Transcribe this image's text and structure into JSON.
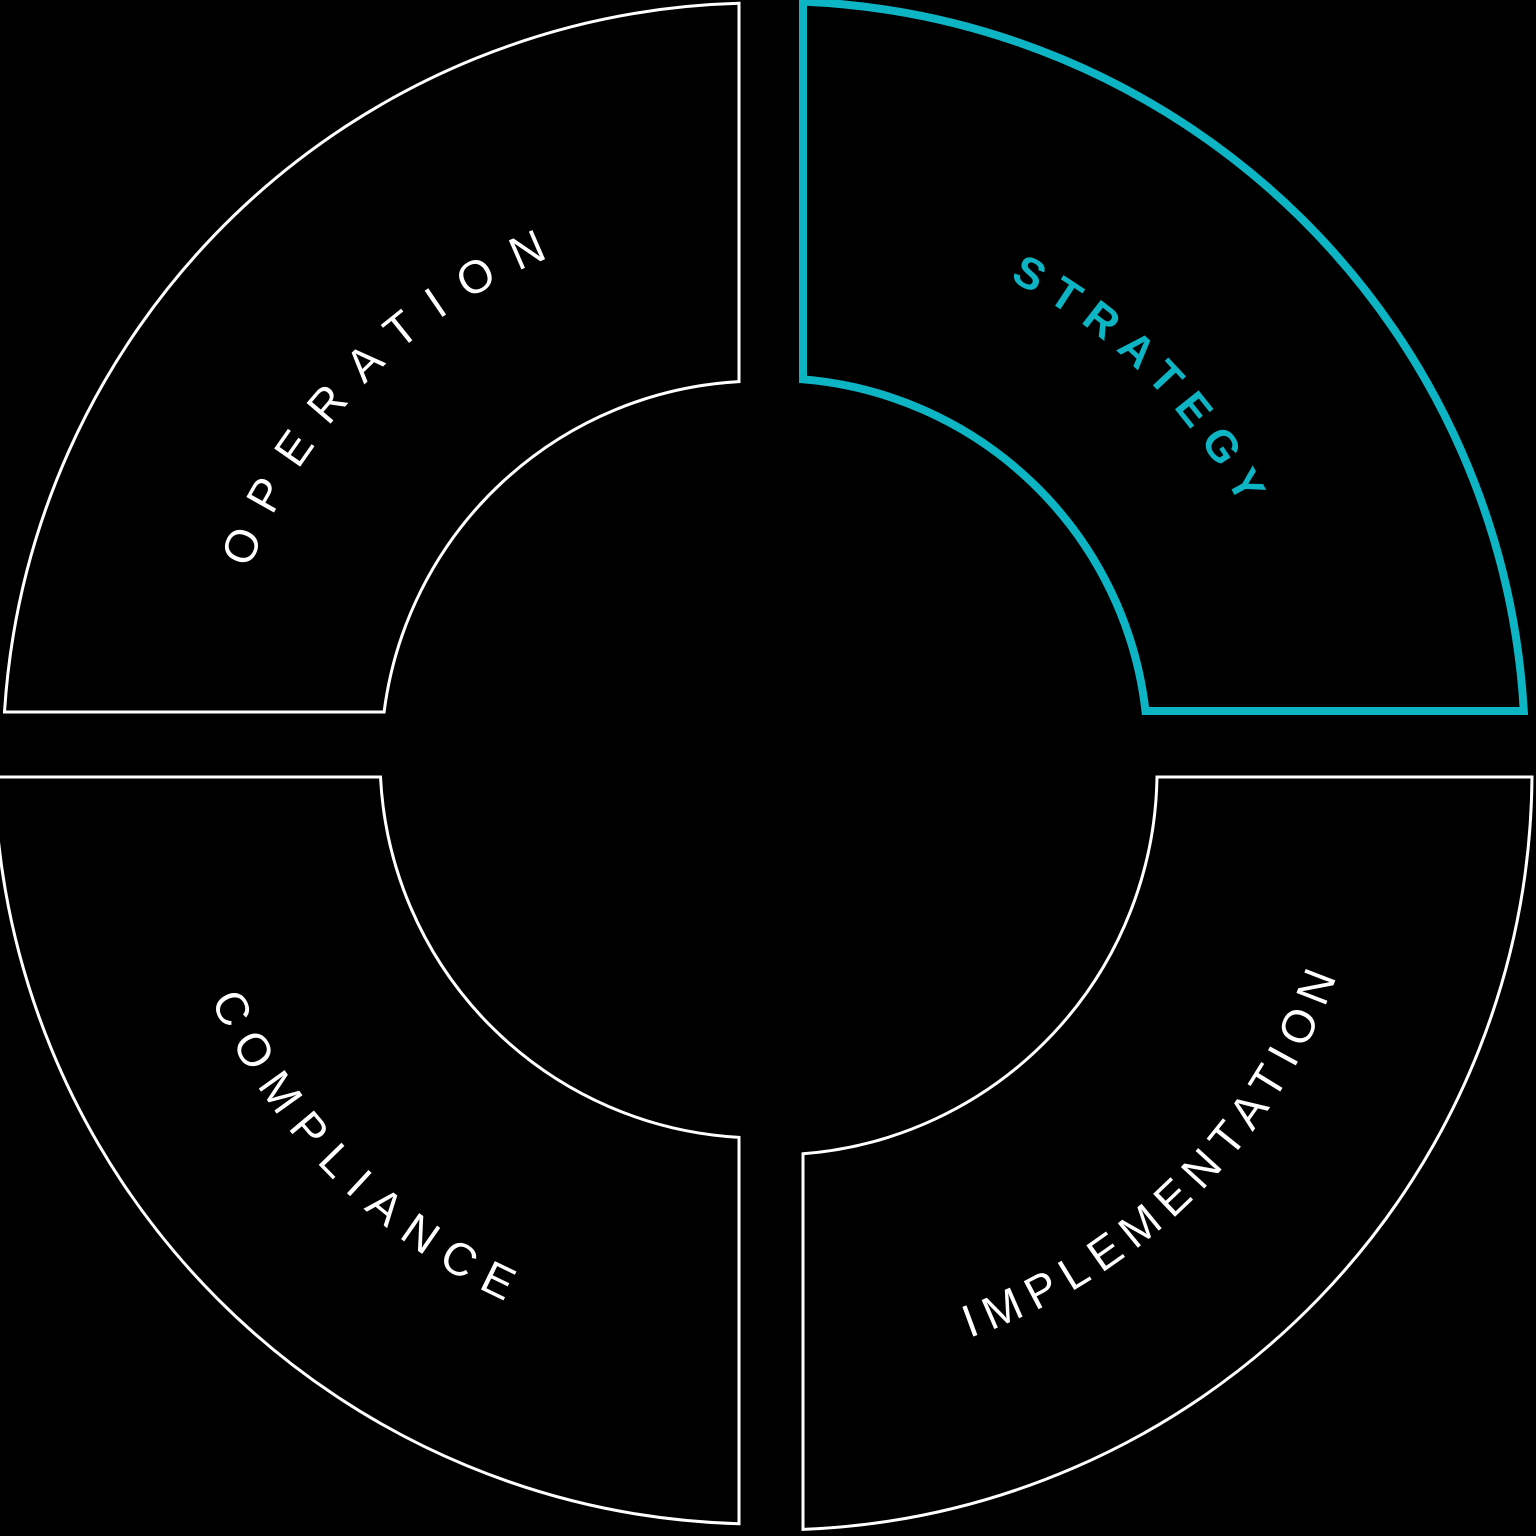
{
  "diagram": {
    "type": "quadrant-cycle",
    "background": "#000000",
    "quadrants": [
      {
        "id": "operation",
        "label": "OPERATION",
        "position": "top-left",
        "state": "default"
      },
      {
        "id": "strategy",
        "label": "STRATEGY",
        "position": "top-right",
        "state": "active"
      },
      {
        "id": "implementation",
        "label": "IMPLEMENTATION",
        "position": "bottom-right",
        "state": "default"
      },
      {
        "id": "compliance",
        "label": "COMPLIANCE",
        "position": "bottom-left",
        "state": "default"
      }
    ],
    "colors": {
      "background": "#000000",
      "default_stroke": "#ffffff",
      "default_text": "#ffffff",
      "active_accent": "#0cb4c4"
    }
  }
}
